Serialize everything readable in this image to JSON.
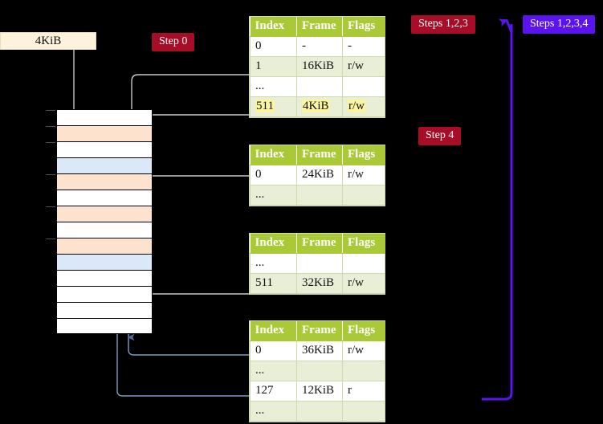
{
  "diagram": {
    "title_hidden": "",
    "background": "#000000",
    "colors": {
      "table_header": "#a9c937",
      "table_alt_row": "#e9eed7",
      "highlight": "#fbf5a0",
      "badge_red": "#a80d28",
      "badge_blue": "#5b14f0",
      "mem_orange": "#fde3cd",
      "mem_blue": "#dbe8f8",
      "size_box": "#fdf3dc",
      "wire_gray": "#c8c8c8",
      "wire_blue": "#7d9dc4",
      "wire_purple": "#5b14f0"
    }
  },
  "size_box": {
    "label": "4KiB"
  },
  "badges": [
    {
      "name": "step-0",
      "label": "Step 0",
      "style": "red"
    },
    {
      "name": "steps-123",
      "label": "Steps 1,2,3",
      "style": "red"
    },
    {
      "name": "steps-1234",
      "label": "Steps 1,2,3,4",
      "style": "blue"
    },
    {
      "name": "step-4",
      "label": "Step 4",
      "style": "red"
    }
  ],
  "tables": [
    {
      "name": "page-table-level-0",
      "columns": [
        "Index",
        "Frame",
        "Flags"
      ],
      "rows": [
        {
          "cells": [
            "0",
            "-",
            "-"
          ],
          "highlight": false
        },
        {
          "cells": [
            "1",
            "16KiB",
            "r/w"
          ],
          "highlight": false
        },
        {
          "cells": [
            "...",
            "",
            ""
          ],
          "highlight": false
        },
        {
          "cells": [
            "511",
            "4KiB",
            "r/w"
          ],
          "highlight": true
        }
      ]
    },
    {
      "name": "page-table-level-1",
      "columns": [
        "Index",
        "Frame",
        "Flags"
      ],
      "rows": [
        {
          "cells": [
            "0",
            "24KiB",
            "r/w"
          ],
          "highlight": false
        },
        {
          "cells": [
            "...",
            "",
            ""
          ],
          "highlight": false
        }
      ]
    },
    {
      "name": "page-table-level-2",
      "columns": [
        "Index",
        "Frame",
        "Flags"
      ],
      "rows": [
        {
          "cells": [
            "...",
            "",
            ""
          ],
          "highlight": false
        },
        {
          "cells": [
            "511",
            "32KiB",
            "r/w"
          ],
          "highlight": false
        }
      ]
    },
    {
      "name": "page-table-level-3",
      "columns": [
        "Index",
        "Frame",
        "Flags"
      ],
      "rows": [
        {
          "cells": [
            "0",
            "36KiB",
            "r/w"
          ],
          "highlight": false
        },
        {
          "cells": [
            "...",
            "",
            ""
          ],
          "highlight": false
        },
        {
          "cells": [
            "127",
            "12KiB",
            "r"
          ],
          "highlight": false
        },
        {
          "cells": [
            "...",
            "",
            ""
          ],
          "highlight": false
        }
      ]
    }
  ],
  "memory_column": {
    "name": "physical-memory-column",
    "rows": [
      {
        "fill": "white",
        "tick": true
      },
      {
        "fill": "orange",
        "tick": true
      },
      {
        "fill": "white",
        "tick": true
      },
      {
        "fill": "blue",
        "tick": false
      },
      {
        "fill": "orange",
        "tick": true
      },
      {
        "fill": "white",
        "tick": false
      },
      {
        "fill": "orange",
        "tick": true
      },
      {
        "fill": "white",
        "tick": false
      },
      {
        "fill": "orange",
        "tick": true
      },
      {
        "fill": "blue",
        "tick": false
      },
      {
        "fill": "white",
        "tick": false
      },
      {
        "fill": "white",
        "tick": false
      },
      {
        "fill": "white",
        "tick": false
      },
      {
        "fill": "white",
        "tick": false
      }
    ]
  }
}
